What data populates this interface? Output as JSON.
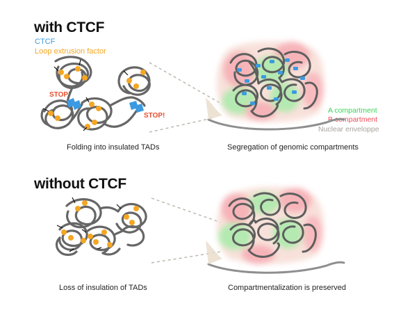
{
  "panels": {
    "with": {
      "heading": "with CTCF",
      "legend": {
        "ctcf": "CTCF",
        "extrusion": "Loop extrusion factor"
      },
      "stop_label": "STOP!",
      "caption_left": "Folding into insulated TADs",
      "caption_right": "Segregation of genomic compartments"
    },
    "without": {
      "heading": "without CTCF",
      "caption_left": "Loss of insulation of TADs",
      "caption_right": "Compartmentalization is preserved"
    }
  },
  "compartment_key": {
    "a": "A compartment",
    "b": "B compartment",
    "envelope": "Nuclear enveloppe"
  },
  "colors": {
    "ctcf": "#3b9ae1",
    "extrusion": "#f5a623",
    "stop": "#e8502f",
    "a_compartment": "#39d353",
    "b_compartment": "#ef4d5a",
    "envelope": "#a8a39b",
    "chromatin": "#5e5e5e"
  }
}
